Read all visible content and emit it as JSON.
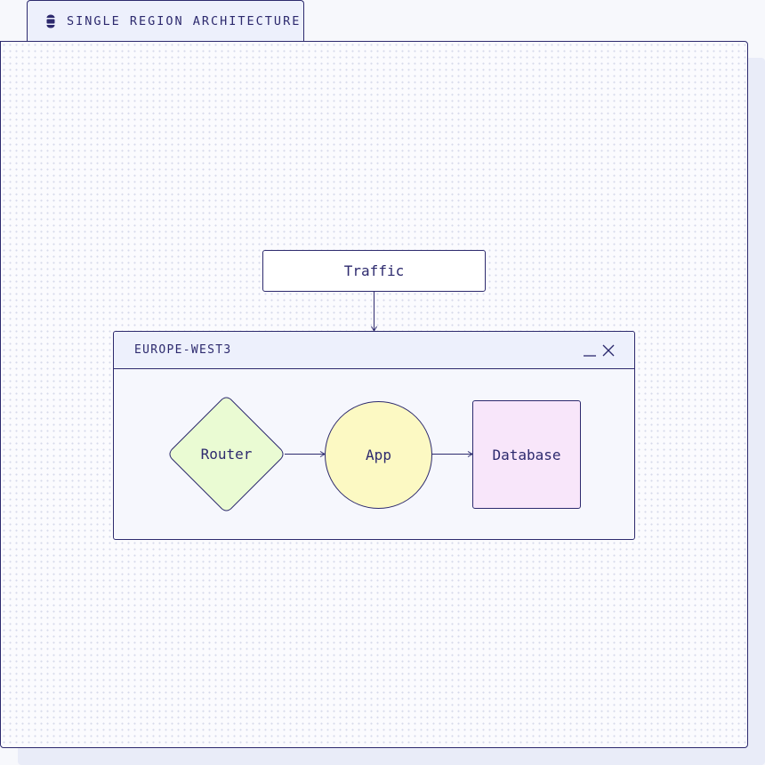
{
  "header": {
    "title": "SINGLE REGION ARCHITECTURE",
    "icon": "cluster-icon"
  },
  "diagram": {
    "colors": {
      "stroke": "#2d2a6e",
      "router_fill": "#eafbd3",
      "app_fill": "#fcf9c3",
      "database_fill": "#f8e6fa",
      "traffic_fill": "#ffffff",
      "titlebar_fill": "#edf0fc"
    },
    "traffic": {
      "label": "Traffic"
    },
    "region": {
      "title": "EUROPE-WEST3",
      "controls": [
        "minimize-icon",
        "close-icon"
      ]
    },
    "nodes": {
      "router": {
        "label": "Router",
        "shape": "diamond"
      },
      "app": {
        "label": "App",
        "shape": "circle"
      },
      "database": {
        "label": "Database",
        "shape": "square"
      }
    },
    "edges": [
      {
        "from": "Traffic",
        "to": "EUROPE-WEST3"
      },
      {
        "from": "Router",
        "to": "App"
      },
      {
        "from": "App",
        "to": "Database"
      }
    ]
  }
}
